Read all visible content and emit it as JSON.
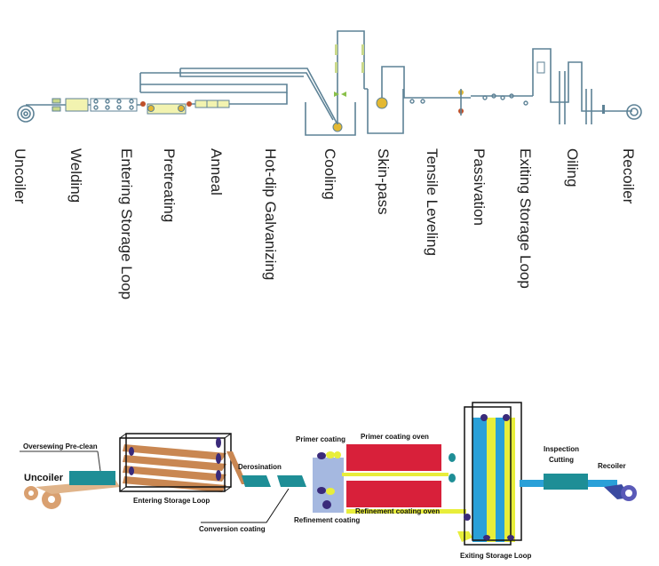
{
  "top_diagram": {
    "stages": [
      "Uncoiler",
      "Welding",
      "Entering Storage Loop",
      "Pretreating",
      "Anneal",
      "Hot-dip Galvanizing",
      "Cooling",
      "Skin-pass",
      "Tensile Leveling",
      "Passivation",
      "Exiting Storage Loop",
      "Oiling",
      "Recoiler"
    ],
    "colors": {
      "line": "#5d8296",
      "box": "#f2f3b0",
      "roller": "#c0502a",
      "roll_yellow": "#e3b832"
    }
  },
  "bottom_diagram": {
    "labels": {
      "oversewing": "Oversewing Pre-clean",
      "uncoiler": "Uncoiler",
      "entering_loop": "Entering Storage Loop",
      "derosination": "Derosination",
      "conversion": "Conversion coating",
      "primer": "Primer coating",
      "primer_oven": "Primer coating oven",
      "refinement": "Refinement coating",
      "refinement_oven": "Refinement coating oven",
      "exiting_loop": "Exiting Storage Loop",
      "inspection": "Inspection",
      "cutting": "Cutting",
      "recoiler": "Recoiler"
    },
    "colors": {
      "teal": "#1e8e96",
      "copper": "#c98752",
      "red": "#d8203a",
      "yellow": "#e8ee3a",
      "blue": "#2aa0d8",
      "purple": "#3a2a7a"
    }
  }
}
